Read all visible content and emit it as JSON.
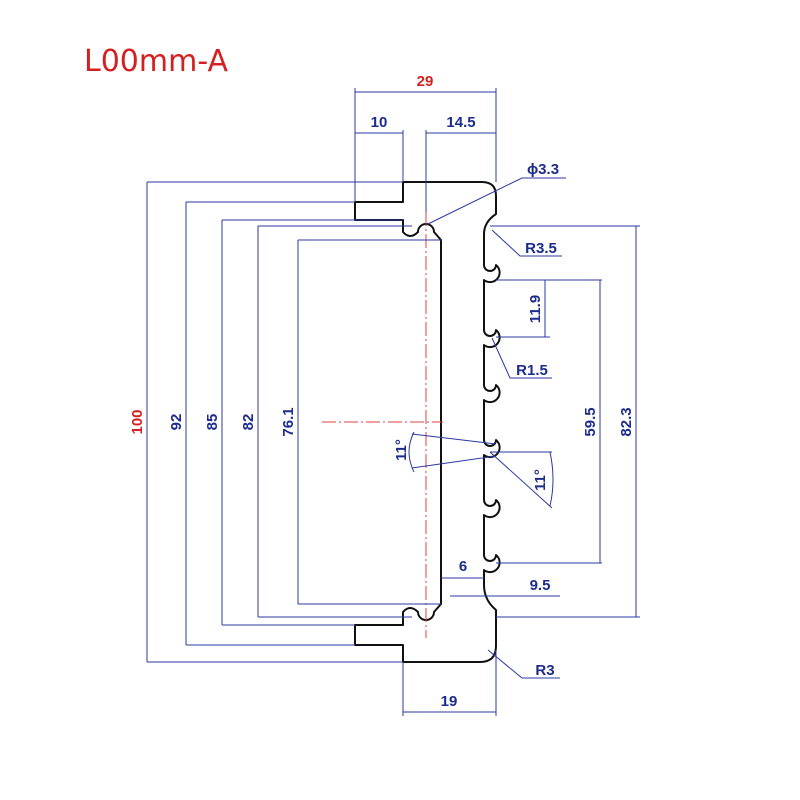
{
  "title": "L00mm-A",
  "colors": {
    "title": "#d42020",
    "dimension": "#1c2c8c",
    "highlight": "#d42020",
    "outline": "#111111"
  },
  "dimensions": {
    "overall_width": "29",
    "flange_width": "10",
    "half_width": "14.5",
    "hole_diameter": "ϕ3.3",
    "radius_top": "R3.5",
    "fin_pitch": "11.9",
    "fin_radius": "R1.5",
    "fin_span": "59.5",
    "right_height": "82.3",
    "angle_left": "11°",
    "angle_right": "11°",
    "wall_thickness": "6",
    "base_offset": "9.5",
    "radius_bottom": "R3",
    "base_width": "19",
    "height_100": "100",
    "height_92": "92",
    "height_85": "85",
    "height_82": "82",
    "height_76": "76.1"
  }
}
